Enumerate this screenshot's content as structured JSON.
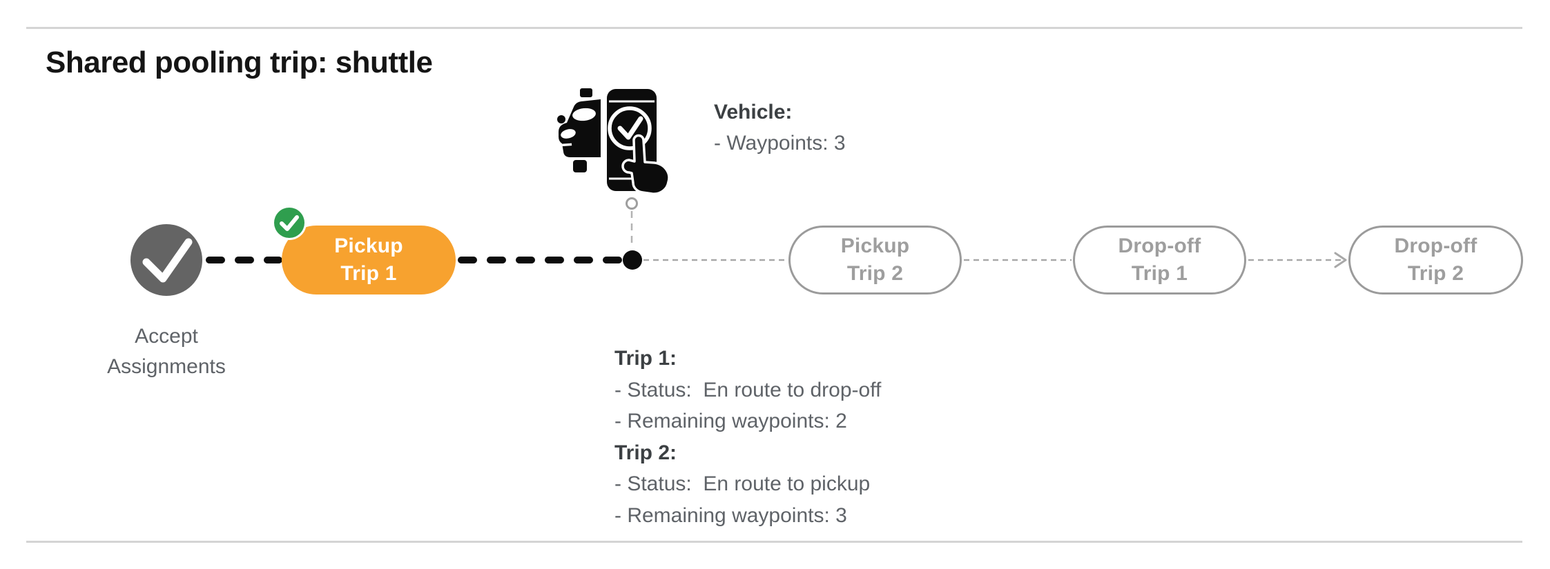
{
  "page": {
    "title": "Shared pooling trip: shuttle"
  },
  "timeline": {
    "accept": {
      "label_line1": "Accept",
      "label_line2": "Assignments",
      "state": "completed"
    },
    "nodes": [
      {
        "id": "pickup-trip-1",
        "line1": "Pickup",
        "line2": "Trip 1",
        "state": "current-completed"
      },
      {
        "id": "pickup-trip-2",
        "line1": "Pickup",
        "line2": "Trip 2",
        "state": "upcoming"
      },
      {
        "id": "dropoff-trip-1",
        "line1": "Drop-off",
        "line2": "Trip 1",
        "state": "upcoming"
      },
      {
        "id": "dropoff-trip-2",
        "line1": "Drop-off",
        "line2": "Trip 2",
        "state": "upcoming"
      }
    ]
  },
  "vehicle_info": {
    "title": "Vehicle:",
    "lines": [
      "- Waypoints: 3"
    ]
  },
  "trip_info": {
    "lines": [
      {
        "text": "Trip 1:",
        "bold": true
      },
      {
        "text": "- Status:  En route to drop-off",
        "bold": false
      },
      {
        "text": "- Remaining waypoints: 2",
        "bold": false
      },
      {
        "text": "Trip 2:",
        "bold": true
      },
      {
        "text": "- Status:  En route to pickup",
        "bold": false
      },
      {
        "text": "- Remaining waypoints: 3",
        "bold": false
      }
    ]
  },
  "icons": {
    "accept_node": "gray-circle-check",
    "completed_badge": "green-circle-check",
    "vehicle": "car-with-phone-check-and-tapping-hand",
    "current_position": "black-dot",
    "arrow": "gray-dashed-arrow-right"
  },
  "colors": {
    "accent_orange": "#F7A22F",
    "success_green": "#2F9E4E",
    "accept_node_gray": "#646464",
    "pill_outline_gray": "#9B9B9B",
    "pill_text_gray": "#9E9E9E",
    "body_text_gray": "#5F6368",
    "bold_text_gray": "#3C4043",
    "divider_gray": "#D4D4D4",
    "connector_black": "#0C0C0C",
    "connector_gray": "#A8A8A8"
  }
}
